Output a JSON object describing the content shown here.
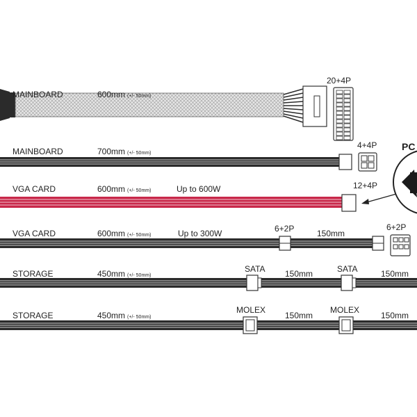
{
  "cables": [
    {
      "name": "MAINBOARD",
      "length": "600mm",
      "tolerance": "(+/- 50mm)",
      "connectors": [
        {
          "label": "20+4P"
        }
      ]
    },
    {
      "name": "MAINBOARD",
      "length": "700mm",
      "tolerance": "(+/- 50mm)",
      "connectors": [
        {
          "label": "4+4P"
        }
      ]
    },
    {
      "name": "VGA CARD",
      "length": "600mm",
      "tolerance": "(+/- 50mm)",
      "note": "Up to 600W",
      "connectors": [
        {
          "label": "12+4P"
        }
      ]
    },
    {
      "name": "VGA CARD",
      "length": "600mm",
      "tolerance": "(+/- 50mm)",
      "note": "Up to 300W",
      "connectors": [
        {
          "label": "6+2P"
        },
        {
          "label": "6+2P"
        }
      ],
      "segment": "150mm"
    },
    {
      "name": "STORAGE",
      "length": "450mm",
      "tolerance": "(+/- 50mm)",
      "connectors": [
        {
          "label": "SATA"
        },
        {
          "label": "SATA"
        }
      ],
      "segments": [
        "150mm",
        "150mm"
      ]
    },
    {
      "name": "STORAGE",
      "length": "450mm",
      "tolerance": "(+/- 50mm)",
      "connectors": [
        {
          "label": "MOLEX"
        },
        {
          "label": "MOLEX"
        }
      ],
      "segments": [
        "150mm",
        "150mm"
      ]
    }
  ],
  "pcie_partial_label": "PC",
  "colors": {
    "cable": "#2b2b2b",
    "cable_stripe": "#cfcfcf",
    "vga_high": "#c8284a",
    "vga_high_stripe": "#f2c3cf",
    "sleeve": "#9a9a9a",
    "connector_fill": "#ffffff",
    "connector_stroke": "#333333"
  }
}
